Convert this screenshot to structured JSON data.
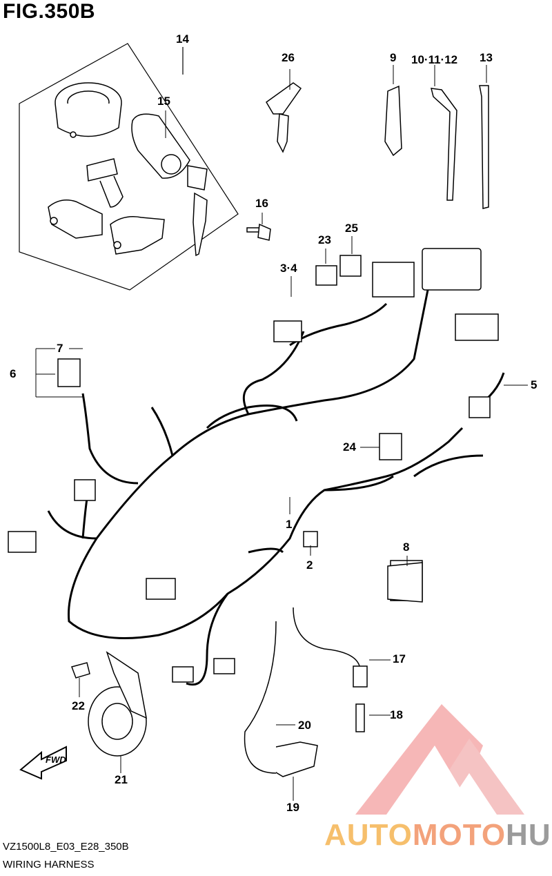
{
  "figure": {
    "title": "FIG.350B",
    "code": "VZ1500L8_E03_E28_350B",
    "subtitle": "WIRING HARNESS"
  },
  "watermark": {
    "part1": "AUTO",
    "part2": "MOTO",
    "part3": "HUB",
    "colors": {
      "auto": "#f6bf6c",
      "moto": "#f3a27b",
      "hub": "#9b9b9b",
      "logo": "#f08a80"
    }
  },
  "fwd_label": "FWD",
  "callouts": {
    "n1": "1",
    "n2": "2",
    "n34": "3·4",
    "n5": "5",
    "n6": "6",
    "n7": "7",
    "n8": "8",
    "n9": "9",
    "n101112": "10·11·12",
    "n13": "13",
    "n14": "14",
    "n15": "15",
    "n16": "16",
    "n17": "17",
    "n18": "18",
    "n19": "19",
    "n20": "20",
    "n21": "21",
    "n22": "22",
    "n23": "23",
    "n24": "24",
    "n25": "25",
    "n26": "26"
  }
}
